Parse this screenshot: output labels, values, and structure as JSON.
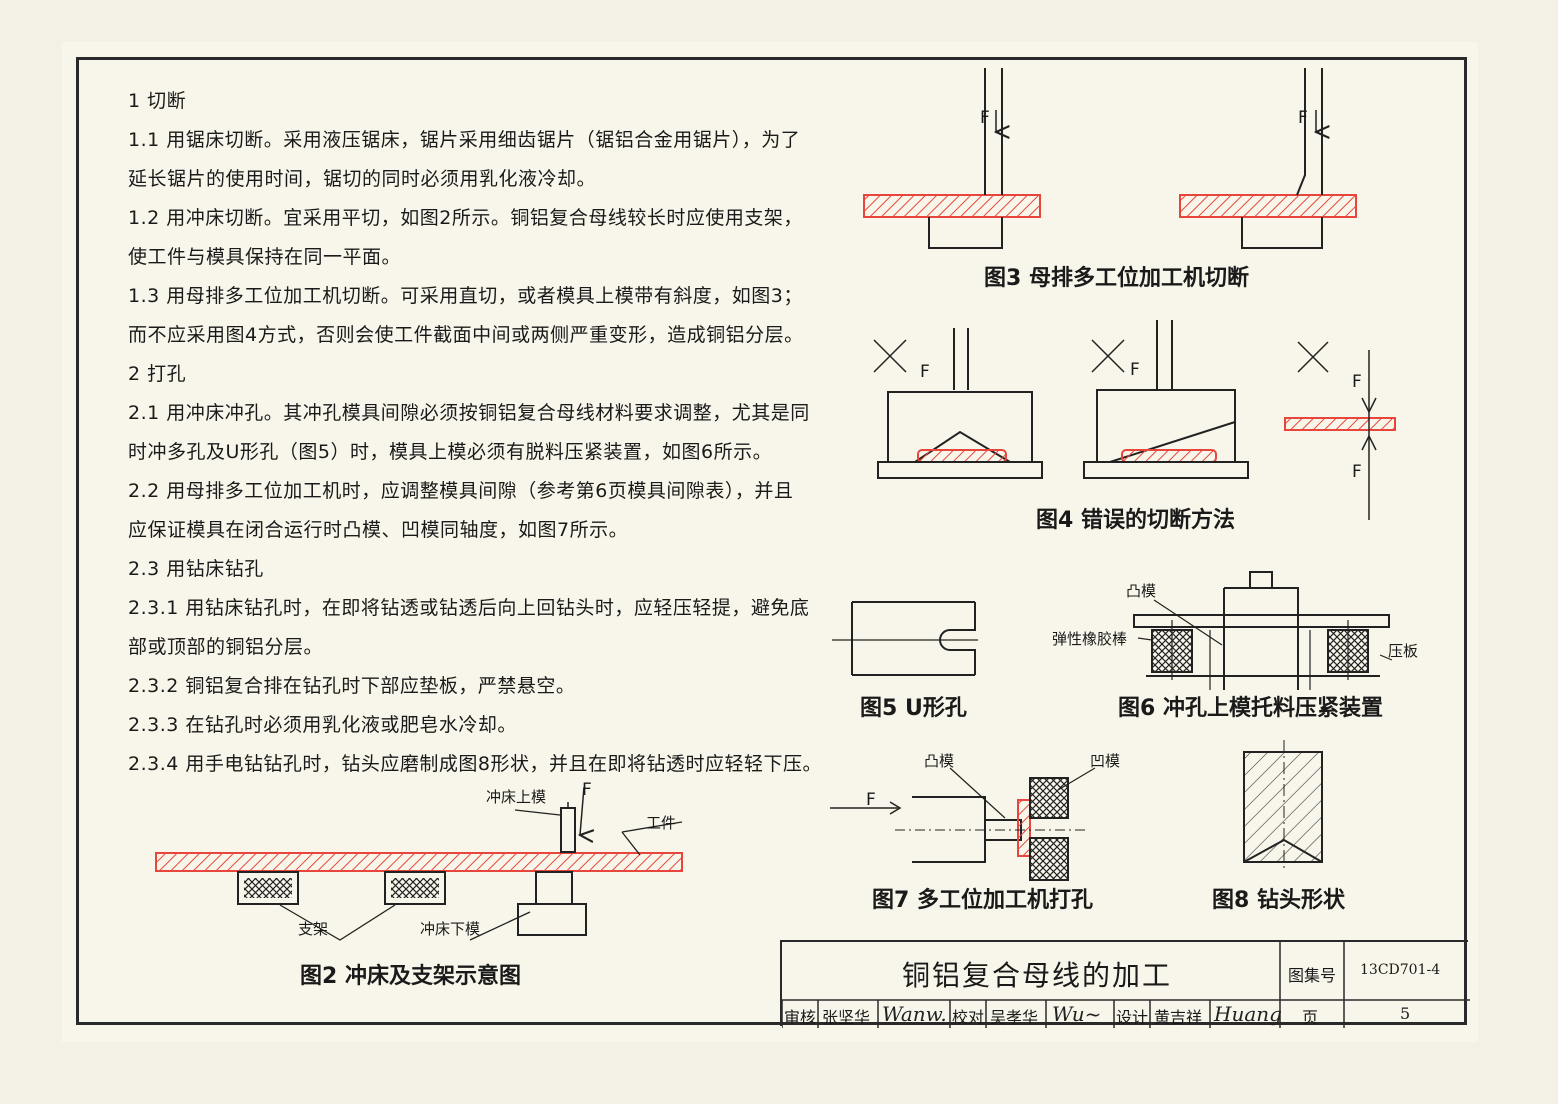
{
  "paragraphs": [
    "1  切断",
    "1.1  用锯床切断。采用液压锯床，锯片采用细齿锯片（锯铝合金用锯片），为了",
    "延长锯片的使用时间，锯切的同时必须用乳化液冷却。",
    "1.2  用冲床切断。宜采用平切，如图2所示。铜铝复合母线较长时应使用支架，",
    "使工件与模具保持在同一平面。",
    "1.3  用母排多工位加工机切断。可采用直切，或者模具上模带有斜度，如图3；",
    "而不应采用图4方式，否则会使工件截面中间或两侧严重变形，造成铜铝分层。",
    "2  打孔",
    "2.1  用冲床冲孔。其冲孔模具间隙必须按铜铝复合母线材料要求调整，尤其是同",
    "时冲多孔及U形孔（图5）时，模具上模必须有脱料压紧装置，如图6所示。",
    "2.2  用母排多工位加工机时，应调整模具间隙（参考第6页模具间隙表），并且",
    "应保证模具在闭合运行时凸模、凹模同轴度，如图7所示。",
    "2.3  用钻床钻孔",
    "2.3.1  用钻床钻孔时，在即将钻透或钻透后向上回钻头时，应轻压轻提，避免底",
    "部或顶部的铜铝分层。",
    "2.3.2  铜铝复合排在钻孔时下部应垫板，严禁悬空。",
    "2.3.3  在钻孔时必须用乳化液或肥皂水冷却。",
    "2.3.4  用手电钻钻孔时，钻头应磨制成图8形状，并且在即将钻透时应轻轻下压。"
  ],
  "figures": {
    "fig2": {
      "caption": "图2  冲床及支架示意图",
      "labels": {
        "upper": "冲床上模",
        "force": "F",
        "workpiece": "工件",
        "support": "支架",
        "lower": "冲床下模"
      }
    },
    "fig3": {
      "caption": "图3  母排多工位加工机切断",
      "force": "F"
    },
    "fig4": {
      "caption": "图4  错误的切断方法",
      "force": "F",
      "cross": "×"
    },
    "fig5": {
      "caption": "图5  U形孔"
    },
    "fig6": {
      "caption": "图6  冲孔上模托料压紧装置",
      "labels": {
        "punch": "凸模",
        "rubber": "弹性橡胶棒",
        "plate": "压板"
      }
    },
    "fig7": {
      "caption": "图7  多工位加工机打孔",
      "labels": {
        "punch": "凸模",
        "die": "凹模",
        "force": "F"
      }
    },
    "fig8": {
      "caption": "图8  钻头形状"
    }
  },
  "title_block": {
    "title": "铜铝复合母线的加工",
    "atlas_label": "图集号",
    "atlas_no": "13CD701-4",
    "page_label": "页",
    "page_no": "5",
    "review_label": "审核",
    "reviewer": "张坚华",
    "check_label": "校对",
    "checker": "吴孝华",
    "design_label": "设计",
    "designer": "黄吉祥"
  },
  "colors": {
    "hatch": "#e8463c",
    "line": "#222222"
  }
}
